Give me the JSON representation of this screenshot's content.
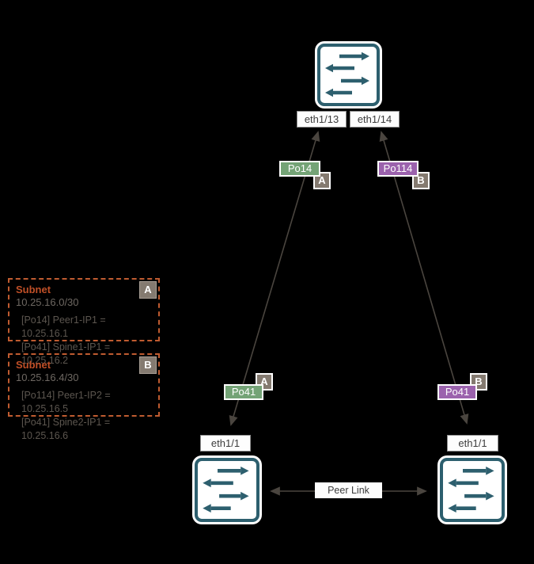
{
  "colors": {
    "switch_teal": "#2d5f6e",
    "portchannel_green": "#74a376",
    "portchannel_purple": "#9b62ad",
    "zone_badge_gray": "#847a70",
    "link_line": "#4a453f",
    "subnet_border_orange": "#bf5b30",
    "subnet_title_orange": "#bf4f27"
  },
  "top_switch": {
    "port_left": "eth1/13",
    "port_right": "eth1/14"
  },
  "bottom_left_switch": {
    "port": "eth1/1"
  },
  "bottom_right_switch": {
    "port": "eth1/1"
  },
  "links": {
    "left": {
      "upper_portchannel": "Po14",
      "upper_zone": "A",
      "lower_portchannel": "Po41",
      "lower_zone": "A"
    },
    "right": {
      "upper_portchannel": "Po114",
      "upper_zone": "B",
      "lower_portchannel": "Po41",
      "lower_zone": "B"
    },
    "peer_link": "Peer Link"
  },
  "subnets": [
    {
      "zone": "A",
      "title": "Subnet",
      "cidr": "10.25.16.0/30",
      "entries": [
        "[Po14] Peer1-IP1 = 10.25.16.1",
        "[Po41] Spine1-IP1 = 10.25.16.2"
      ]
    },
    {
      "zone": "B",
      "title": "Subnet",
      "cidr": "10.25.16.4/30",
      "entries": [
        "[Po114] Peer1-IP2 = 10.25.16.5",
        "[Po41] Spine2-IP1 = 10.25.16.6"
      ]
    }
  ]
}
